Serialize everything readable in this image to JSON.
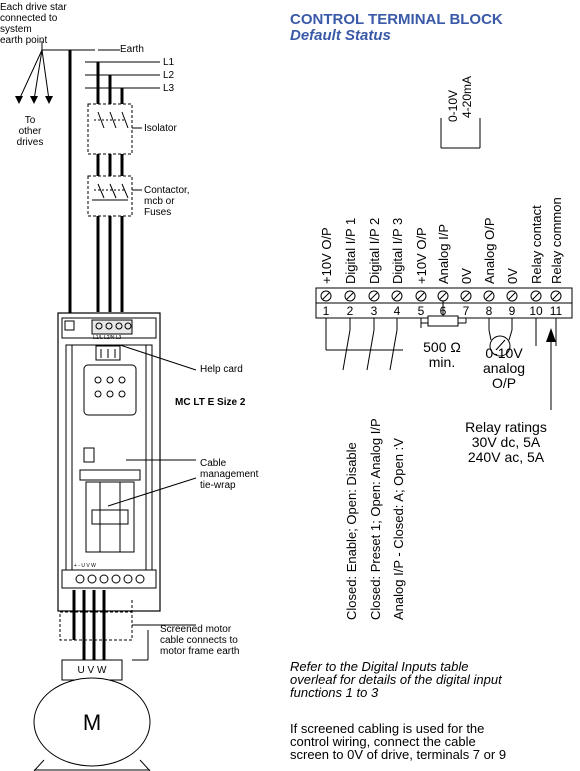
{
  "left": {
    "star_note": [
      "Each drive star",
      "connected to system",
      "earth point"
    ],
    "earth": "Earth",
    "lines": [
      "L1",
      "L2",
      "L3"
    ],
    "to_other": [
      "To",
      "other",
      "drives"
    ],
    "isolator": "Isolator",
    "contactor": [
      "Contactor,",
      "mcb or",
      "Fuses"
    ],
    "help_card": "Help card",
    "model": "MC LT E Size 2",
    "cable_mgmt": [
      "Cable",
      "management",
      "tie-wrap"
    ],
    "screened": [
      "Screened motor",
      "cable connects to",
      "motor frame earth"
    ],
    "uvw": "U V W",
    "motor": "M",
    "top_terminal_text": "L1/L L2/N L3",
    "bottom_terminal_text": "+ - U V W"
  },
  "right": {
    "title": "CONTROL TERMINAL BLOCK",
    "subtitle": "Default Status",
    "bracket": [
      "0-10V",
      "4-20mA"
    ],
    "terminals": [
      {
        "num": "1",
        "label": "+10V O/P"
      },
      {
        "num": "2",
        "label": "Digital I/P 1"
      },
      {
        "num": "3",
        "label": "Digital I/P 2"
      },
      {
        "num": "4",
        "label": "Digital I/P 3"
      },
      {
        "num": "5",
        "label": "+10V O/P"
      },
      {
        "num": "6",
        "label": "Analog I/P"
      },
      {
        "num": "7",
        "label": "0V"
      },
      {
        "num": "8",
        "label": "Analog O/P"
      },
      {
        "num": "9",
        "label": "0V"
      },
      {
        "num": "10",
        "label": "Relay contact"
      },
      {
        "num": "11",
        "label": "Relay common"
      }
    ],
    "func1": "Closed: Enable; Open: Disable",
    "func2": "Closed: Preset 1; Open: Analog I/P",
    "func3": "Analog I/P - Closed: A; Open :V",
    "pot": [
      "500 Ω",
      "min."
    ],
    "meter": [
      "0-10V",
      "analog",
      "O/P"
    ],
    "relay": [
      "Relay ratings",
      "30V dc, 5A",
      "240V ac, 5A"
    ],
    "refer": [
      "Refer to the Digital Inputs table",
      "overleaf for details of the digital input",
      "functions 1 to 3"
    ],
    "screen_note": [
      "If screened cabling is used  for the",
      "control wiring, connect the cable",
      "screen to 0V of drive, terminals 7 or 9"
    ]
  }
}
